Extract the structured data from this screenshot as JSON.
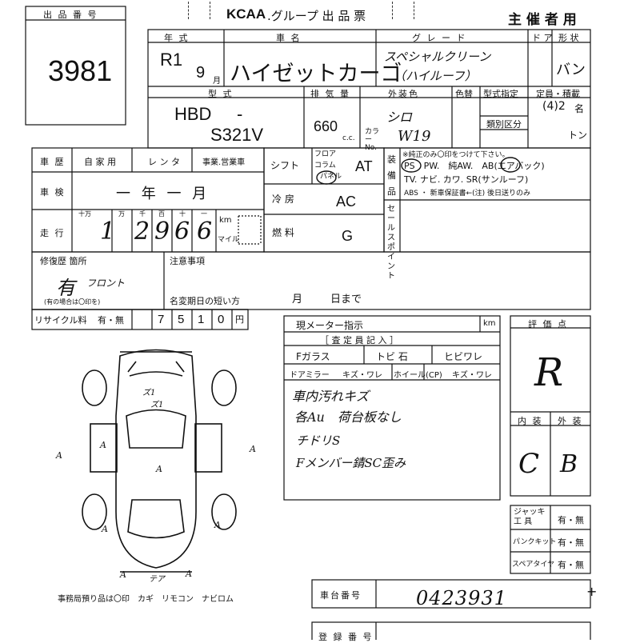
{
  "header": {
    "lot_label": "出 品 番 号",
    "lot_number": "3981",
    "logo": "KCAA",
    "title": ".グループ 出 品 票",
    "organizer": "主 催 者 用"
  },
  "vehicle": {
    "year_label": "年 式",
    "make_label": "車 名",
    "grade_label": "グ レ ー ド",
    "doors_label": "ド ア",
    "body_label": "形 状",
    "era": "R1",
    "month": "9",
    "month_unit": "月",
    "name": "ハイゼットカーゴ",
    "grade_1": "スペシャルクリーン",
    "grade_2": "（ハイルーフ）",
    "body": "バン",
    "type_label": "型 式",
    "displacement_label": "排 気 量",
    "color_label": "外装色",
    "color_change_label": "色替",
    "model_spec_label": "型式指定",
    "capacity_label": "定員・積載",
    "type_prefix": "HBD",
    "type_dash": "-",
    "type_model": "S321V",
    "displacement": "660",
    "cc": "c.c.",
    "color": "シロ",
    "color_no_label": "カラー No.",
    "color_no": "W19",
    "category_label": "類別区分",
    "capacity": "(4)2",
    "capacity_unit": "名",
    "ton_unit": "トン"
  },
  "history": {
    "history_label": "車 歴",
    "private_label": "自 家 用",
    "rental_label": "レ ン タ",
    "business_label": "事業.営業車",
    "inspection_label": "車 検",
    "inspection_value": "一 年 一 月",
    "mileage_label": "走 行",
    "digit_labels": [
      "十万",
      "万",
      "千",
      "百",
      "十",
      "一"
    ],
    "mileage_digits": [
      "1",
      "2",
      "9",
      "6",
      "6"
    ],
    "km_label": "km",
    "mile_label": "マイル",
    "repair_label": "修復歴 箇所",
    "repair_note": "(有の場合は〇印を)",
    "repair_value": "有",
    "repair_part": "フロント",
    "recycle_label": "リサイクル料",
    "recycle_opt": "有・無",
    "recycle_digits": [
      "7",
      "5",
      "1",
      "0"
    ],
    "yen": "円"
  },
  "equipment": {
    "shift_label": "シフト",
    "shift_opts": [
      "フロア",
      "コラム",
      "パネル"
    ],
    "shift_value": "AT",
    "ac_label": "冷 房",
    "ac_value": "AC",
    "fuel_label": "燃 料",
    "fuel_value": "G",
    "equip_label": "装備品",
    "equip_header": "※純正のみ〇印をつけて下さい。",
    "equip_line_1": "PS　PW.　純AW.　AB(エアバック)",
    "equip_line_2": "TV. ナビ. カワ. SR(サンルーフ)",
    "equip_line_3": "ABS ・ 新車保証書←(注) 後日送りのみ",
    "sales_point_label": "セールスポイント",
    "notes_label": "注意事項",
    "name_change_label": "名変期日の短い方",
    "month_label": "月",
    "day_label": "日まで"
  },
  "inspection": {
    "meter_label": "現メーター指示",
    "meter_unit": "km",
    "inspector_label": "［ 査 定 員 記 入 ］",
    "glass_label": "Fガラス",
    "glass_opt": "トビ 石",
    "crack_label": "ヒビワレ",
    "mirror_label": "ドアミラー",
    "mirror_opt": "キズ・ワレ",
    "wheel_label": "ホイール(CP)",
    "wheel_opt": "キズ・ワレ",
    "notes": [
      "車内汚れキズ",
      "各Au　荷台板なし",
      "チドリS",
      "Fメンバー錆SC歪み"
    ]
  },
  "grades": {
    "eval_label": "評 価 点",
    "eval_value": "R",
    "interior_label": "内 装",
    "exterior_label": "外 装",
    "interior_value": "C",
    "exterior_value": "B",
    "jack_label": "ジャッキ 工 具",
    "kit_label": "パンクキット",
    "spare_label": "スペアタイヤ",
    "opt": "有・無"
  },
  "bottom": {
    "chassis_label": "車台番号",
    "chassis_value": "0423931",
    "reg_label": "登 録 番 号",
    "office_note": "事務局預り品は〇印　カギ　リモコン　ナビロム",
    "diagram_marks": [
      "ズ1",
      "ズ1",
      "A",
      "A",
      "A",
      "A",
      "A",
      "A",
      "A",
      "テア",
      "A"
    ]
  }
}
